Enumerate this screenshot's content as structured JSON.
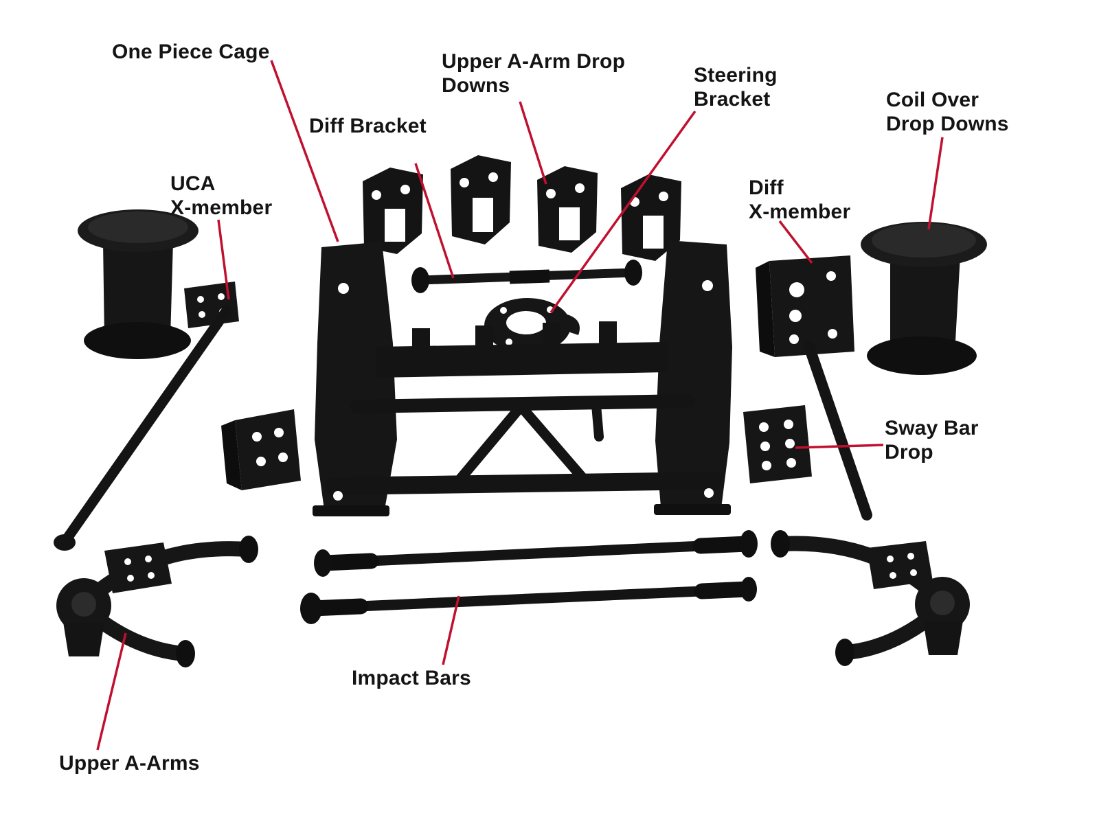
{
  "diagram": {
    "type": "exploded-parts-diagram",
    "subject": "Suspension lift kit components",
    "colors": {
      "background": "#ffffff",
      "part_fill": "#161616",
      "leader_line": "#c0102f",
      "label_text": "#141414"
    },
    "labels": {
      "one_piece_cage": "One Piece Cage",
      "diff_bracket": "Diff Bracket",
      "upper_a_arm_drop_downs": "Upper A-Arm Drop\nDowns",
      "steering_bracket": "Steering\nBracket",
      "coil_over_drop_downs": "Coil Over\nDrop Downs",
      "uca_x_member": "UCA\nX-member",
      "diff_x_member": "Diff\nX-member",
      "sway_bar_drop": "Sway Bar\nDrop",
      "impact_bars": "Impact Bars",
      "upper_a_arms": "Upper A-Arms"
    }
  }
}
